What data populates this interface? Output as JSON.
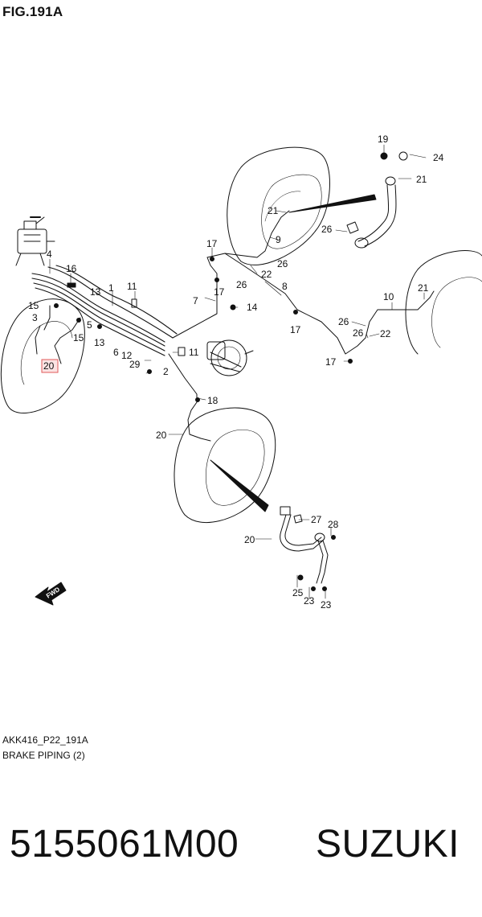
{
  "figure": {
    "title": "FIG.191A",
    "ref_code": "AKK416_P22_191A",
    "caption": "BRAKE PIPING (2)"
  },
  "callouts": [
    "1",
    "2",
    "3",
    "4",
    "5",
    "6",
    "7",
    "8",
    "9",
    "10",
    "11",
    "11",
    "12",
    "13",
    "13",
    "14",
    "15",
    "15",
    "16",
    "17",
    "17",
    "17",
    "17",
    "18",
    "19",
    "20",
    "20",
    "20",
    "21",
    "21",
    "21",
    "21",
    "22",
    "22",
    "22",
    "23",
    "23",
    "24",
    "25",
    "26",
    "26",
    "26",
    "26",
    "26",
    "27",
    "28",
    "29"
  ],
  "highlighted_callout": "20",
  "fwd_label": "FWD",
  "part_number": "5155061M00",
  "brand": "SUZUKI",
  "colors": {
    "highlight_stroke": "#e05a5a",
    "highlight_fill": "#fbe3e3",
    "line": "#111111"
  }
}
